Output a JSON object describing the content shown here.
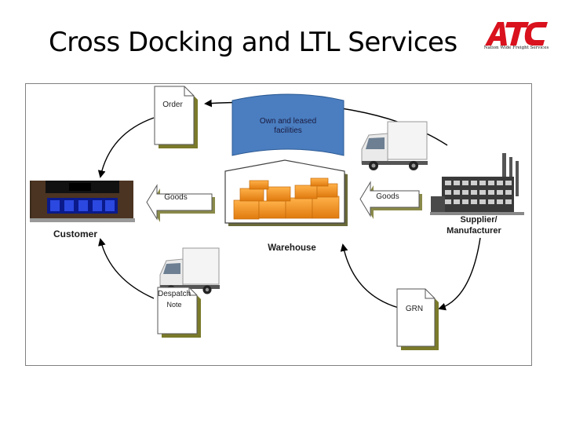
{
  "title": "Cross Docking and LTL Services",
  "logo": {
    "text": "ATC",
    "tagline": "Nation Wide Freight Services",
    "color": "#d9121e"
  },
  "nodes": {
    "order": "Order",
    "facilities": "Own and leased facilities",
    "goods_left": "Goods",
    "goods_right": "Goods",
    "customer": "Customer",
    "supplier_line1": "Supplier/",
    "supplier_line2": "Manufacturer",
    "warehouse": "Warehouse",
    "despatch_line1": "Despatch",
    "despatch_line2": "Note",
    "grn": "GRN"
  },
  "colors": {
    "banner": "#4a7ec0",
    "boxes": "#f5921e",
    "doc_shadow": "#7a7a2a"
  }
}
